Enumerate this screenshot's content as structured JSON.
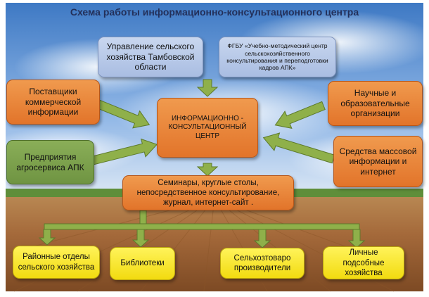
{
  "title": "Схема работы информационно-консультационного центра",
  "top_blocks": {
    "ministry": "Управление сельского хозяйства Тамбовской области",
    "fgbu": "ФГБУ «Учебно-методический центр сельскохозяйственного консультирования и переподготовки кадров АПК»"
  },
  "left_blocks": {
    "suppliers": "Поставщики коммерческой информации",
    "agroservice": "Предприятия агросервиса АПК"
  },
  "right_blocks": {
    "science": "Научные и образовательные организации",
    "media": "Средства массовой информации и интернет"
  },
  "center": "ИНФОРМАЦИОННО - КОНСУЛЬТАЦИОННЫЙ ЦЕНТР",
  "services": "Семинары, круглые столы, непосредственное консультирование, журнал, интернет-сайт .",
  "bottom_blocks": [
    "Районные отделы сельского хозяйства",
    "Библиотеки",
    "Сельхозтоваро производители",
    "Личные подсобные хозяйства"
  ],
  "colors": {
    "title": "#23305a",
    "blue": "#b7c8e8",
    "orange": "#e8822f",
    "green": "#7ea04c",
    "yellow": "#f8e72c",
    "arrow": "#8fb04a"
  }
}
